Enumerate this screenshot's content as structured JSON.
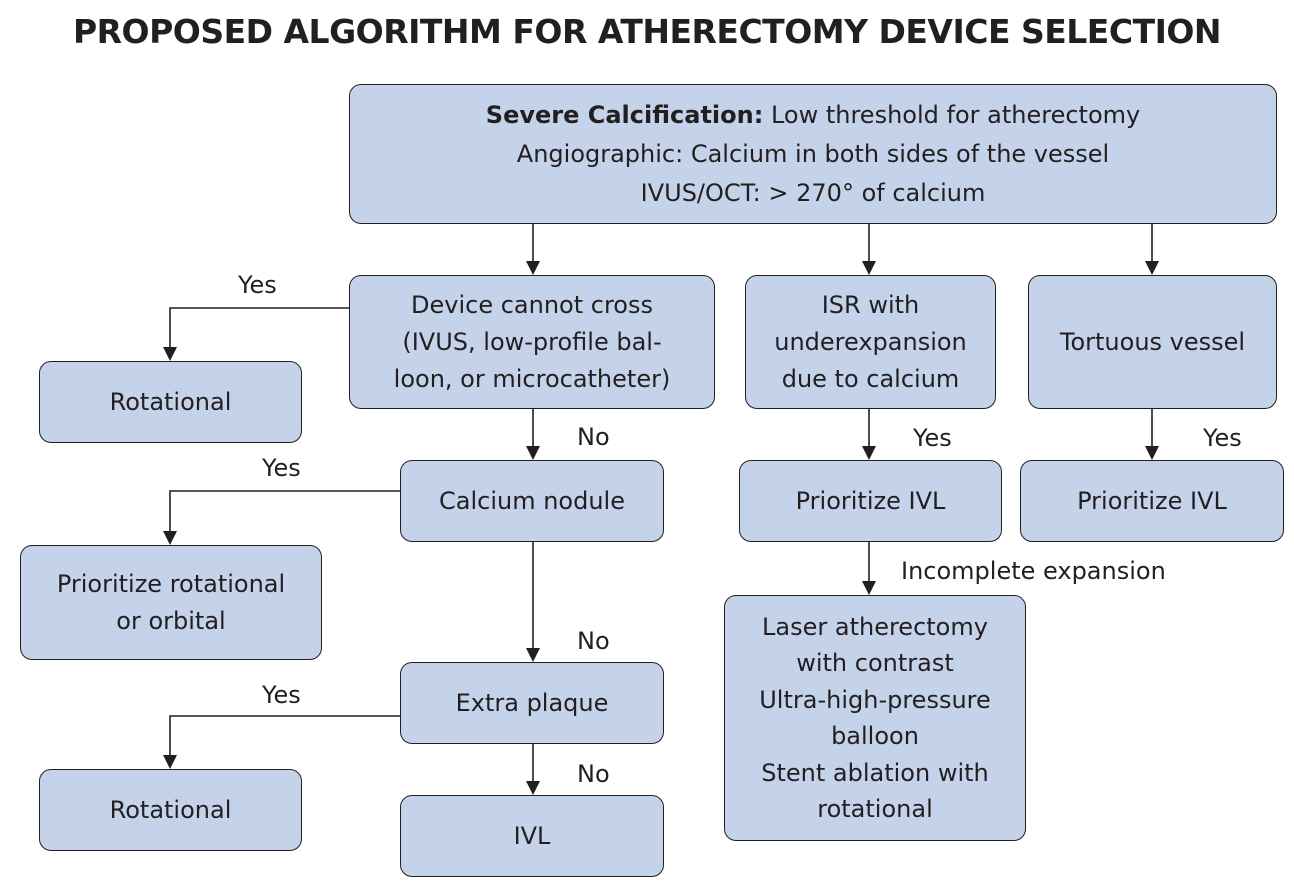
{
  "title": "PROPOSED ALGORITHM FOR ATHERECTOMY DEVICE SELECTION",
  "nodes": {
    "severe": {
      "bold": "Severe Calcification:",
      "line1_rest": " Low threshold for atherectomy",
      "line2": "Angiographic: Calcium in both sides of the vessel",
      "line3": "IVUS/OCT: > 270° of calcium"
    },
    "device_cannot_cross": {
      "lines": [
        "Device cannot cross",
        "(IVUS, low-profile bal-",
        "loon, or microcatheter)"
      ]
    },
    "isr": {
      "lines": [
        "ISR with",
        "underexpansion",
        "due to calcium"
      ]
    },
    "tortuous": {
      "lines": [
        "Tortuous vessel"
      ]
    },
    "rotational_1": {
      "lines": [
        "Rotational"
      ]
    },
    "calcium_nodule": {
      "lines": [
        "Calcium nodule"
      ]
    },
    "prioritize_ivl_1": {
      "lines": [
        "Prioritize IVL"
      ]
    },
    "prioritize_ivl_2": {
      "lines": [
        "Prioritize IVL"
      ]
    },
    "prioritize_rot_orb": {
      "lines": [
        "Prioritize rotational",
        "or orbital"
      ]
    },
    "laser": {
      "lines": [
        "Laser atherectomy",
        "with contrast",
        "Ultra-high-pressure",
        "balloon",
        "Stent ablation with",
        "rotational"
      ]
    },
    "extra_plaque": {
      "lines": [
        "Extra plaque"
      ]
    },
    "rotational_2": {
      "lines": [
        "Rotational"
      ]
    },
    "ivl": {
      "lines": [
        "IVL"
      ]
    }
  },
  "edge_labels": {
    "yes_rot1": "Yes",
    "no_nodule": "No",
    "yes_isr": "Yes",
    "yes_tort": "Yes",
    "yes_prio": "Yes",
    "incomplete": "Incomplete expansion",
    "no_extra": "No",
    "yes_rot2": "Yes",
    "no_ivl": "No"
  }
}
